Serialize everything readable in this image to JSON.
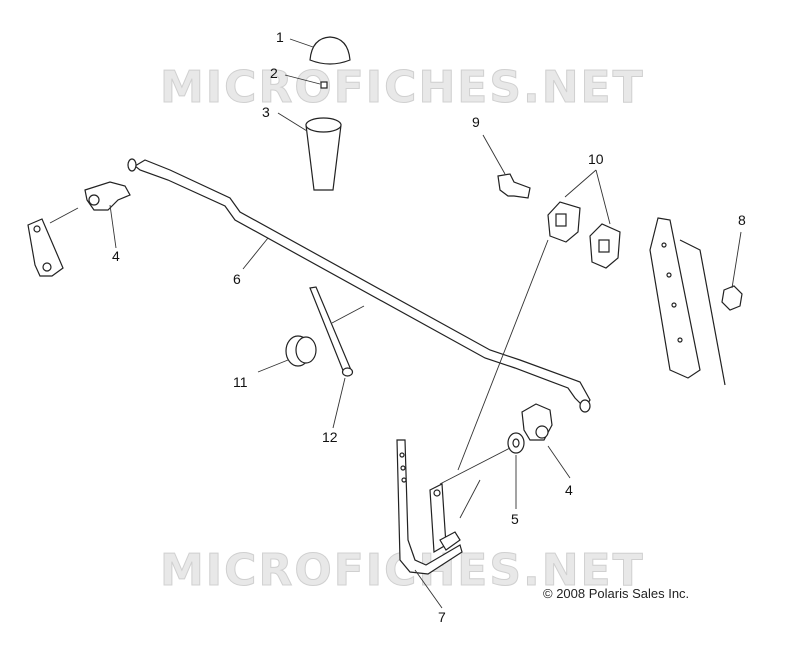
{
  "watermark": "MICROFICHES.NET",
  "copyright": "© 2008 Polaris Sales Inc.",
  "callouts": {
    "c1": "1",
    "c2": "2",
    "c3": "3",
    "c4a": "4",
    "c4b": "4",
    "c5": "5",
    "c6": "6",
    "c7": "7",
    "c8": "8",
    "c9": "9",
    "c10": "10",
    "c11": "11",
    "c12": "12"
  }
}
